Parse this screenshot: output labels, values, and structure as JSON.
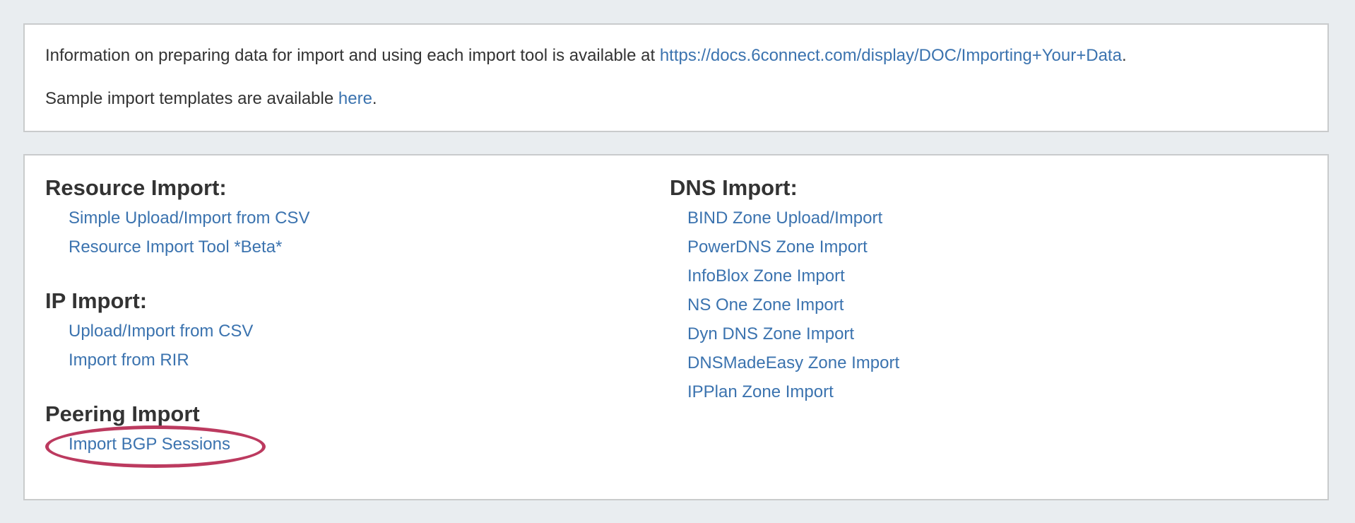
{
  "colors": {
    "page_background": "#e9edf0",
    "card_background": "#ffffff",
    "card_border": "#c9cbcc",
    "link": "#3b73af",
    "text": "#333333",
    "annotation_ellipse": "#bc3a5f"
  },
  "info_box": {
    "line1": {
      "prefix": "Information on preparing data for import and using each import tool is available at ",
      "link_text": "https://docs.6connect.com/display/DOC/Importing+Your+Data",
      "suffix": "."
    },
    "line2": {
      "prefix": "Sample import templates are available ",
      "link_text": "here",
      "suffix": "."
    }
  },
  "import_box": {
    "resource": {
      "title": "Resource Import:",
      "links": [
        "Simple Upload/Import from CSV",
        "Resource Import Tool *Beta*"
      ]
    },
    "ip": {
      "title": "IP Import:",
      "links": [
        "Upload/Import from CSV",
        "Import from RIR"
      ]
    },
    "peering": {
      "title": "Peering Import",
      "links": [
        "Import BGP Sessions"
      ],
      "annotation": "red-ellipse-highlight"
    },
    "dns": {
      "title": "DNS Import:",
      "links": [
        "BIND Zone Upload/Import",
        "PowerDNS Zone Import",
        "InfoBlox Zone Import",
        "NS One Zone Import",
        "Dyn DNS Zone Import",
        "DNSMadeEasy Zone Import",
        "IPPlan Zone Import"
      ]
    }
  }
}
